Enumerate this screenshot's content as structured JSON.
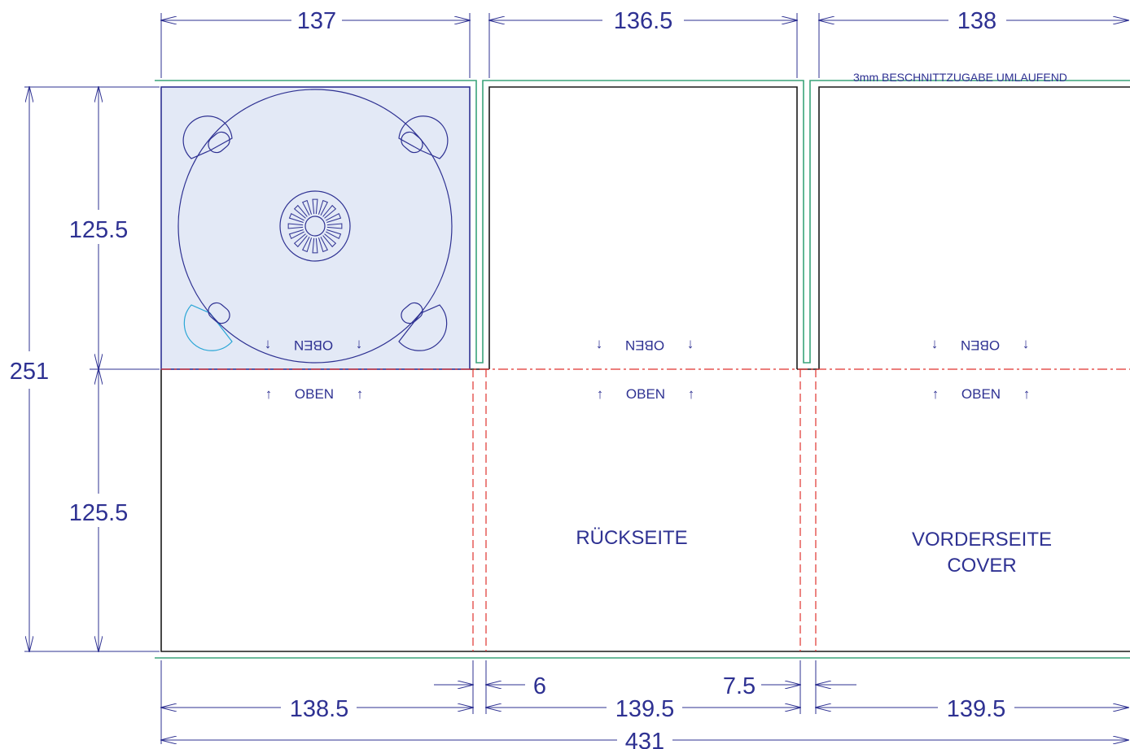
{
  "dimensions": {
    "top_panel_1": "137",
    "top_panel_2": "136.5",
    "top_panel_3": "138",
    "left_upper": "125.5",
    "left_lower": "125.5",
    "left_total": "251",
    "bottom_panel_1": "138.5",
    "bottom_spine_1": "6",
    "bottom_panel_2": "139.5",
    "bottom_spine_2": "7.5",
    "bottom_panel_3": "139.5",
    "bottom_total": "431"
  },
  "notes": {
    "bleed": "3mm BESCHNITTZUGABE UMLAUFEND"
  },
  "labels": {
    "oben": "OBEN",
    "arrow_up": "↑",
    "arrow_down": "↓",
    "back": "RÜCKSEITE",
    "front_line1": "VORDERSEITE",
    "front_line2": "COVER"
  },
  "colors": {
    "dimension": "#2e3192",
    "bleed_outline": "#3aa37a",
    "trim_outline": "#1a1a1a",
    "fold_line": "#e0332e",
    "tray_fill": "#e3e9f6"
  }
}
